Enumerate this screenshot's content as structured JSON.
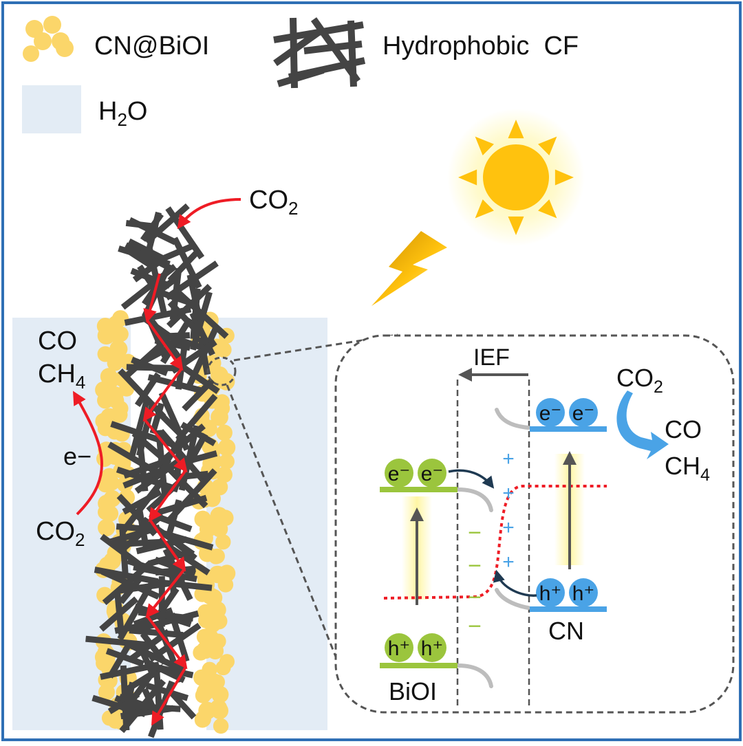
{
  "legend": {
    "particles_label": "CN@BiOI",
    "fiber_label": "Hydrophobic  CF",
    "water_label_main": "H",
    "water_label_sub": "2",
    "water_label_end": "O"
  },
  "fiber_panel": {
    "top_gas_main": "CO",
    "top_gas_sub": "2",
    "products_line1": "CO",
    "products_line2_main": "CH",
    "products_line2_sub": "4",
    "electron_label": "e−",
    "reactant_main": "CO",
    "reactant_sub": "2"
  },
  "inset": {
    "field_label": "IEF",
    "cn_reactant_main": "CO",
    "cn_reactant_sub": "2",
    "cn_product_line1": "CO",
    "cn_product_line2_main": "CH",
    "cn_product_line2_sub": "4",
    "electron_symbol": "e⁻",
    "hole_symbol": "h⁺",
    "plus_sign": "+",
    "minus_sign": "−",
    "biOI_label": "BiOI",
    "cn_label": "CN"
  },
  "colors": {
    "frame": "#2f6fb5",
    "water": "#e3ecf5",
    "particle": "#fbd66a",
    "fiber": "#444444",
    "red": "#ee1c25",
    "green": "#9bc53d",
    "blue": "#4aa3e6",
    "sun": "#ffc20e"
  }
}
